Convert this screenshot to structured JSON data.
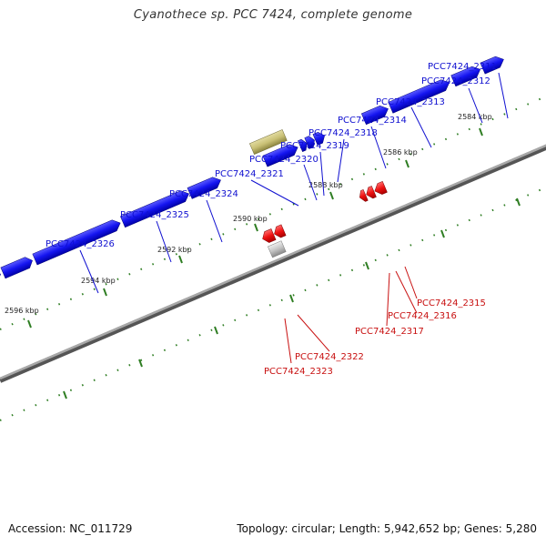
{
  "title": "Cyanothece sp. PCC 7424, complete genome",
  "footer": {
    "accession": "Accession: NC_011729",
    "summary": "Topology: circular; Length: 5,942,652 bp; Genes: 5,280"
  },
  "colors": {
    "forward_gene": "#1515f0",
    "reverse_gene": "#ee1111",
    "olive_feature": "#c9c075",
    "dark_olive_feature": "#6f8a20",
    "pseudo_feature": "#c4c4c4",
    "backbone": "#8a8a8a",
    "tick": "#2e7d22",
    "forward_label": "#1010d0",
    "reverse_label": "#c81010"
  },
  "scale_labels": [
    "2584 kbp",
    "2586 kbp",
    "2588 kbp",
    "2590 kbp",
    "2592 kbp",
    "2594 kbp",
    "2596 kbp"
  ],
  "forward_labels": [
    "PCC7424_2311",
    "PCC7424_2312",
    "PCC7424_2313",
    "PCC7424_2314",
    "PCC7424_2318",
    "PCC7424_2319",
    "PCC7424_2320",
    "PCC7424_2321",
    "PCC7424_2324",
    "PCC7424_2325",
    "PCC7424_2326"
  ],
  "reverse_labels": [
    "PCC7424_2315",
    "PCC7424_2316",
    "PCC7424_2317",
    "PCC7424_2322",
    "PCC7424_2323"
  ]
}
